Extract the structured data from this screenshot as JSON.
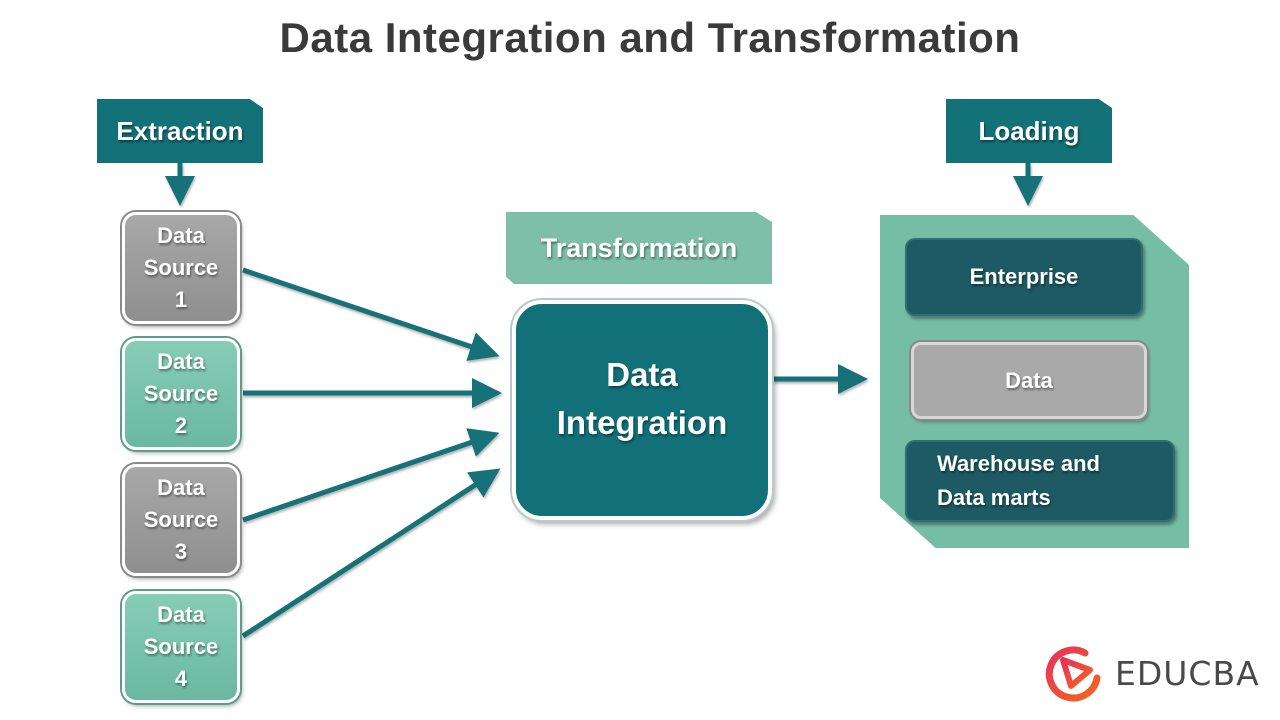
{
  "title": "Data Integration and Transformation",
  "colors": {
    "primary_teal": "#137178",
    "light_teal": "#76bda6",
    "gray": "#a0a0a0",
    "dark_panel_box": "#1d5a63",
    "title_text": "#3a3a3a"
  },
  "stages": {
    "extraction": "Extraction",
    "transformation": "Transformation",
    "loading": "Loading"
  },
  "sources": [
    {
      "line1": "Data",
      "line2": "Source",
      "line3": "1",
      "color": "gray"
    },
    {
      "line1": "Data",
      "line2": "Source",
      "line3": "2",
      "color": "teal"
    },
    {
      "line1": "Data",
      "line2": "Source",
      "line3": "3",
      "color": "gray"
    },
    {
      "line1": "Data",
      "line2": "Source",
      "line3": "4",
      "color": "teal"
    }
  ],
  "integration": {
    "line1": "Data",
    "line2": "Integration"
  },
  "targets": {
    "enterprise": "Enterprise",
    "data": "Data",
    "warehouse_line1": "Warehouse and",
    "warehouse_line2": "Data marts"
  },
  "logo": {
    "text": "EDUCBA",
    "icon": "play-circle-icon"
  }
}
